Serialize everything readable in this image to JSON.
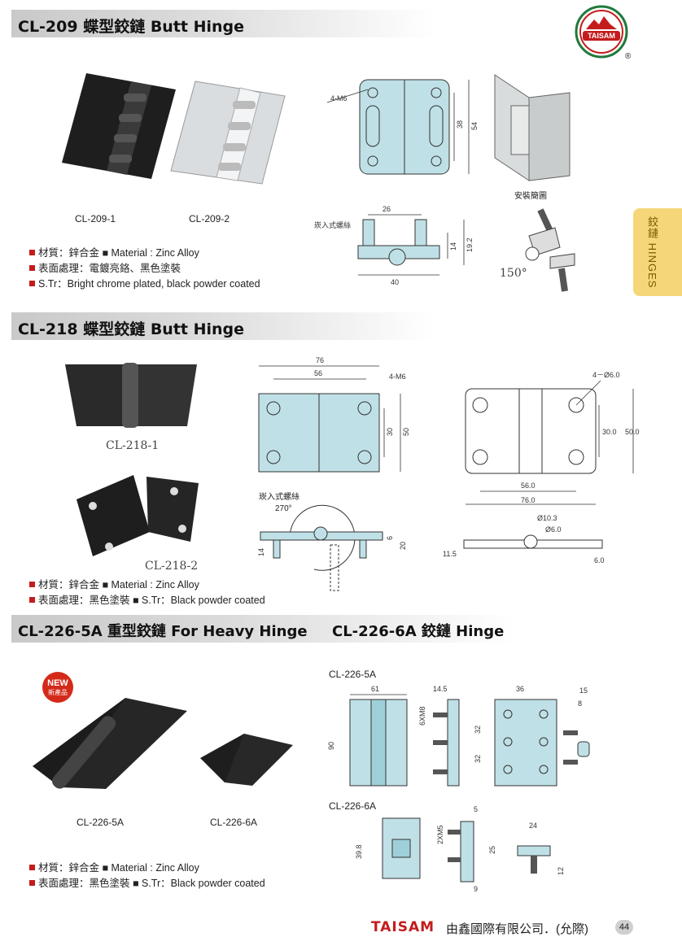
{
  "brand": {
    "logo_text": "TAISAM",
    "registered": "®",
    "footer_company": "由鑫國際有限公司．(允際)",
    "page_number": "44"
  },
  "side_tab": {
    "label": "鉸鏈 HINGES"
  },
  "sections": {
    "cl209": {
      "title": "CL-209 蝶型鉸鏈 Butt Hinge",
      "captions": [
        "CL-209-1",
        "CL-209-2"
      ],
      "drawing_labels": {
        "thread": "4-M6",
        "d1": "38",
        "d2": "54",
        "d3": "26",
        "d4": "14",
        "d5": "19.2",
        "d6": "40",
        "insert": "崁入式螺絲",
        "install": "安裝簡圖",
        "angle": "150°"
      },
      "specs": [
        "材質：鋅合金 ■ Material : Zinc Alloy",
        "表面處理：電鍍亮鉻、黑色塗裝",
        "S.Tr：Bright chrome plated, black powder coated"
      ]
    },
    "cl218": {
      "title": "CL-218 蝶型鉸鏈 Butt Hinge",
      "captions": [
        "CL-218-1",
        "CL-218-2"
      ],
      "drawing_labels": {
        "w1": "76",
        "w2": "56",
        "thread": "4-M6",
        "h1": "30",
        "h2": "50",
        "insert": "崁入式螺絲",
        "angle": "270°",
        "t1": "14",
        "t2": "6",
        "t3": "20",
        "holes": "4－Ø6.0",
        "h3": "30.0",
        "h4": "50.0",
        "w3": "56.0",
        "w4": "76.0",
        "d1": "Ø10.3",
        "d2": "Ø6.0",
        "s1": "11.5",
        "s2": "6.0"
      },
      "specs": [
        "材質：鋅合金 ■ Material : Zinc Alloy",
        "表面處理：黑色塗裝 ■ S.Tr：Black powder coated"
      ]
    },
    "cl226": {
      "title_a": "CL-226-5A 重型鉸鏈 For Heavy Hinge",
      "title_b": "CL-226-6A 鉸鏈 Hinge",
      "badge_new": "NEW",
      "badge_sub": "新產品",
      "captions": [
        "CL-226-5A",
        "CL-226-6A"
      ],
      "drawing_labels": {
        "label_5a": "CL-226-5A",
        "label_6a": "CL-226-6A",
        "a1": "61",
        "a2": "90",
        "a3": "14.5",
        "a4": "6XM8",
        "a5": "36",
        "a6": "32",
        "a7": "32",
        "a8": "15",
        "a9": "8",
        "b1": "39.8",
        "b2": "2XM5",
        "b3": "5",
        "b4": "25",
        "b5": "9",
        "b6": "24",
        "b7": "12"
      },
      "specs": [
        "材質：鋅合金 ■ Material : Zinc Alloy",
        "表面處理：黑色塗裝 ■ S.Tr：Black powder coated"
      ]
    }
  },
  "colors": {
    "accent_red": "#c41c1c",
    "drawing_fill": "#bfe0e6",
    "tab_yellow": "#f5d77a"
  }
}
